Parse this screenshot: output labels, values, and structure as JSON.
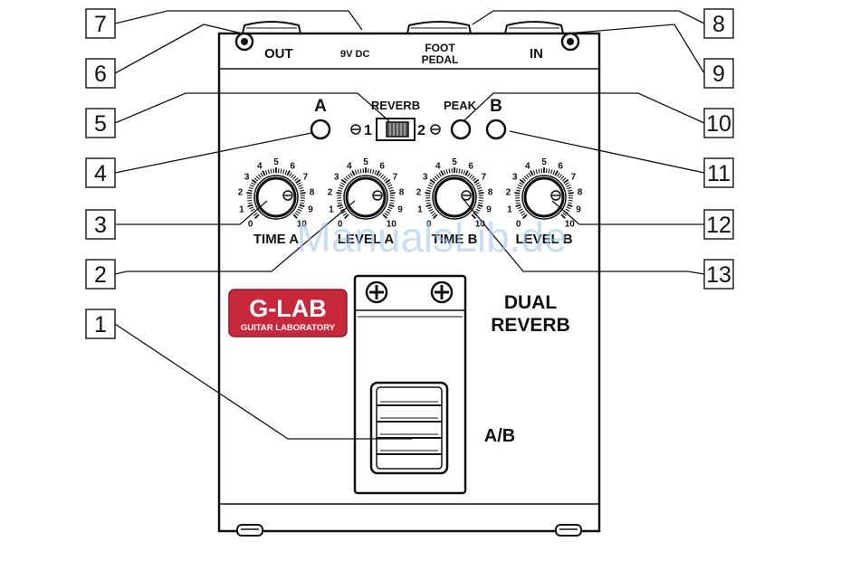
{
  "jacks": {
    "out": "OUT",
    "power": "9V DC",
    "foot_line1": "FOOT",
    "foot_line2": "PEDAL",
    "in": "IN"
  },
  "switch": {
    "title": "REVERB",
    "pos1": "1",
    "pos2": "2"
  },
  "leds": {
    "a": "A",
    "peak": "PEAK",
    "b": "B"
  },
  "knobs": [
    {
      "id": "time-a",
      "label": "TIME A",
      "scale": [
        "0",
        "1",
        "2",
        "3",
        "4",
        "5",
        "6",
        "7",
        "8",
        "9",
        "10"
      ]
    },
    {
      "id": "level-a",
      "label": "LEVEL A",
      "scale": [
        "0",
        "1",
        "2",
        "3",
        "4",
        "5",
        "6",
        "7",
        "8",
        "9",
        "10"
      ]
    },
    {
      "id": "time-b",
      "label": "TIME B",
      "scale": [
        "0",
        "1",
        "2",
        "3",
        "4",
        "5",
        "6",
        "7",
        "8",
        "9",
        "10"
      ]
    },
    {
      "id": "level-b",
      "label": "LEVEL B",
      "scale": [
        "0",
        "1",
        "2",
        "3",
        "4",
        "5",
        "6",
        "7",
        "8",
        "9",
        "10"
      ]
    }
  ],
  "brand": {
    "logo": "G-LAB",
    "logo_sub": "GUITAR LABORATORY",
    "logo_color": "#c8283c",
    "model_line1": "DUAL",
    "model_line2": "REVERB"
  },
  "footswitch_label": "A/B",
  "callouts": [
    "1",
    "2",
    "3",
    "4",
    "5",
    "6",
    "7",
    "8",
    "9",
    "10",
    "11",
    "12",
    "13"
  ],
  "watermark": "ManualsLib.de"
}
